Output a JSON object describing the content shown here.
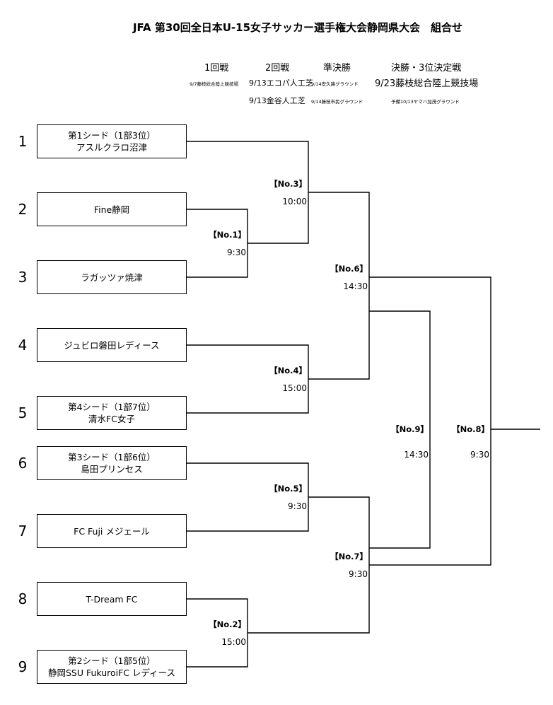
{
  "title": "JFA 第30回全日本U-15女子サッカー選手権大会静岡県大会　組合せ",
  "rounds": [
    {
      "label": "1回戦"
    },
    {
      "label": "2回戦"
    },
    {
      "label": "準決勝"
    },
    {
      "label": "決勝・3位決定戦"
    }
  ],
  "venues": {
    "r1_a": "9/7藤枝総合陸上競技場",
    "r2_a": "9/13エコパ人工芝",
    "r3_a": "9/14安久路グラウンド",
    "final_a": "9/23藤枝総合陸上競技場",
    "r2_b": "9/13金谷人工芝",
    "r3_b": "9/14藤枝市民グラウンド",
    "final_b": "予備10/13ヤマハ加茂グラウンド"
  },
  "seeds": [
    "1",
    "2",
    "3",
    "4",
    "5",
    "6",
    "7",
    "8",
    "9"
  ],
  "teams": [
    {
      "line1": "第1シード（1部3位）",
      "line2": "アスルクラロ沼津"
    },
    {
      "line1": "Fine静岡",
      "line2": ""
    },
    {
      "line1": "ラガッツァ焼津",
      "line2": ""
    },
    {
      "line1": "ジュビロ磐田レディース",
      "line2": ""
    },
    {
      "line1": "第4シード（1部7位）",
      "line2": "清水FC女子"
    },
    {
      "line1": "第3シード（1部6位）",
      "line2": "島田プリンセス"
    },
    {
      "line1": "FC Fuji メジェール",
      "line2": ""
    },
    {
      "line1": "T-Dream FC",
      "line2": ""
    },
    {
      "line1": "第2シード（1部5位）",
      "line2": "静岡SSU FukuroiFC レディース"
    }
  ],
  "matches": {
    "m1": {
      "label": "【No.1】",
      "time": "9:30"
    },
    "m2": {
      "label": "【No.2】",
      "time": "15:00"
    },
    "m3": {
      "label": "【No.3】",
      "time": "10:00"
    },
    "m4": {
      "label": "【No.4】",
      "time": "15:00"
    },
    "m5": {
      "label": "【No.5】",
      "time": "9:30"
    },
    "m6": {
      "label": "【No.6】",
      "time": "14:30"
    },
    "m7": {
      "label": "【No.7】",
      "time": "9:30"
    },
    "m8": {
      "label": "【No.8】",
      "time": "9:30"
    },
    "m9": {
      "label": "【No.9】",
      "time": "14:30"
    }
  }
}
